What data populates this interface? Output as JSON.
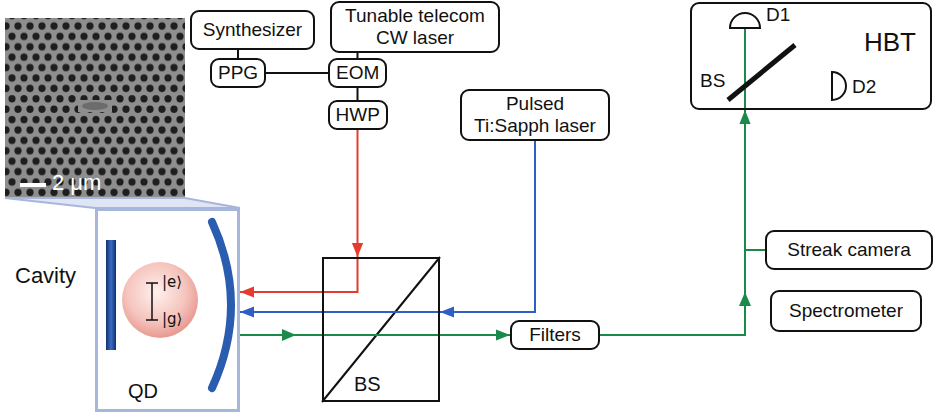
{
  "diagram": {
    "nodes": [
      {
        "text": [
          "Synthesizer"
        ]
      },
      {
        "text": [
          "Tunable telecom CW laser"
        ]
      },
      {
        "text": [
          "PPG"
        ]
      },
      {
        "text": [
          "EOM"
        ]
      },
      {
        "text": [
          "HBT"
        ]
      },
      {
        "text": [
          "HWP"
        ]
      },
      {
        "text": [
          "Pulsed Ti:Sapph laser"
        ]
      },
      {
        "text": [
          "Cavity"
        ]
      },
      {
        "text": [
          "BS"
        ]
      },
      {
        "text": [
          "Filters"
        ]
      },
      {
        "text": [
          "Streak camera"
        ]
      },
      {
        "text": [
          "Spectrometer"
        ]
      }
    ],
    "edges": [
      {
        "from": 0,
        "to": 2,
        "arrow": "none"
      },
      {
        "from": 1,
        "to": 3,
        "arrow": "none"
      },
      {
        "from": 2,
        "to": 3,
        "arrow": "none"
      },
      {
        "from": 3,
        "to": 5,
        "arrow": "none"
      },
      {
        "from": 5,
        "to": 8,
        "arrow": "to"
      },
      {
        "from": 8,
        "to": 7,
        "arrow": "to"
      },
      {
        "from": 6,
        "to": 8,
        "arrow": "to"
      },
      {
        "from": 8,
        "to": 7,
        "arrow": "to"
      },
      {
        "from": 7,
        "to": 9,
        "arrow": "to"
      },
      {
        "from": 9,
        "to": 4,
        "arrow": "to"
      },
      {
        "from": 9,
        "to": 10,
        "arrow": "none"
      }
    ],
    "labels": [
      "2 μm",
      "|e⟩",
      "|g⟩",
      "QD",
      "D1",
      "D2",
      "BS"
    ]
  }
}
